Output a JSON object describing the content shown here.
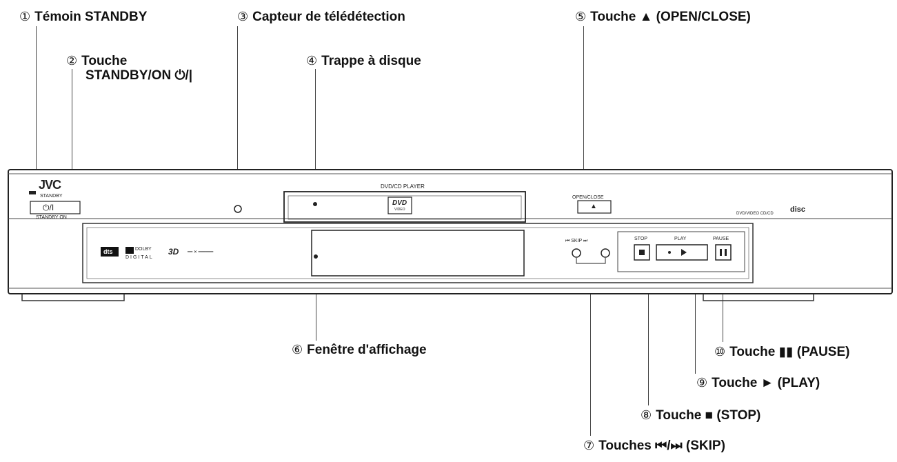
{
  "callouts": {
    "c1": {
      "num": "①",
      "text": "Témoin STANDBY"
    },
    "c2": {
      "num": "②",
      "text": "Touche",
      "text2": "STANDBY/ON ⏻/|"
    },
    "c3": {
      "num": "③",
      "text": "Capteur de télédétection"
    },
    "c4": {
      "num": "④",
      "text": "Trappe à disque"
    },
    "c5": {
      "num": "⑤",
      "text": "Touche ▲ (OPEN/CLOSE)"
    },
    "c6": {
      "num": "⑥",
      "text": "Fenêtre d'affichage"
    },
    "c7": {
      "num": "⑦",
      "text": "Touches ⏮/⏭ (SKIP)"
    },
    "c8": {
      "num": "⑧",
      "text": "Touche ■ (STOP)"
    },
    "c9": {
      "num": "⑨",
      "text": "Touche ► (PLAY)"
    },
    "c10": {
      "num": "⑩",
      "text": "Touche ▮▮ (PAUSE)"
    }
  },
  "device": {
    "brand": "JVC",
    "standby_label": "STANDBY",
    "power_symbol": "⏻/I",
    "standby_on_label": "STANDBY ON",
    "model_label": "DVD/CD PLAYER",
    "dvd_logo": "DVD",
    "dvd_logo_sub": "VIDEO",
    "open_close_label": "OPEN/CLOSE",
    "eject_symbol": "▲",
    "disc_logo": "disc",
    "format_label": "DVD/VIDEO CD/CD",
    "dts_logo": "dts",
    "dolby_label": "DOLBY",
    "digital_label": "DIGITAL",
    "threed_logo": "3D",
    "phonic_label": "━━ ✕ ━━━━━━",
    "skip_label": "⏮ SKIP ⏭",
    "stop_label": "STOP",
    "play_label": "PLAY",
    "pause_label": "PAUSE"
  }
}
